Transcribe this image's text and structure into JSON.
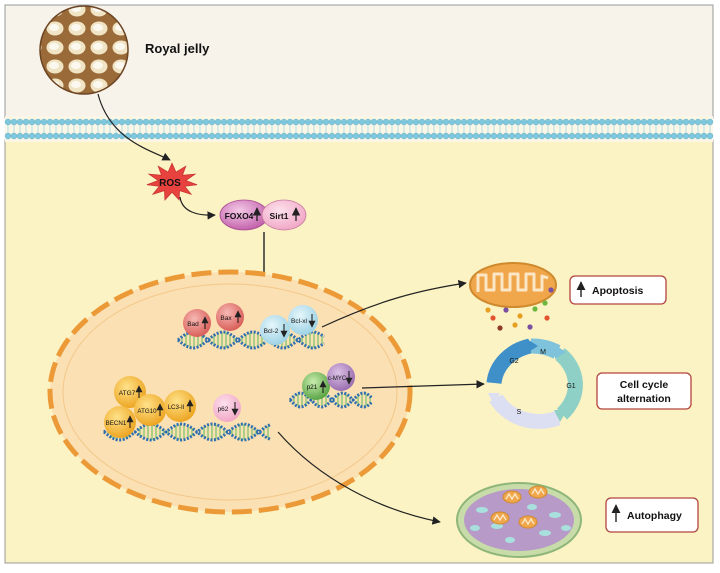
{
  "source": {
    "label": "Royal jelly"
  },
  "signals": {
    "ros": "ROS",
    "foxo4": "FOXO4",
    "sirt1": "Sirt1"
  },
  "proteins": {
    "bad": "Bad",
    "bax": "Bax",
    "bcl2": "Bcl-2",
    "bclxl": "Bcl-xl",
    "atg7": "ATG7",
    "beclin": "BECN1",
    "atg10": "ATG10",
    "lc3": "LC3-II",
    "p62": "p62",
    "p21": "p21",
    "cmyc": "c-MYC"
  },
  "cell_cycle": {
    "g2": "G2",
    "m": "M",
    "g1": "G1",
    "s": "S"
  },
  "outcomes": {
    "apoptosis": "Apoptosis",
    "cell_cycle_line1": "Cell cycle",
    "cell_cycle_line2": "alternation",
    "autophagy": "Autophagy"
  },
  "colors": {
    "extracellular": "#f8f3ea",
    "cytoplasm": "#fbf3c4",
    "membrane": "#7fc7dc",
    "nucleus_fill": "#fae0b3",
    "nucleus_border": "#ec9a38",
    "ros": "#e8423f",
    "foxo4": "#cc6db5",
    "sirt1": "#f2a5cf",
    "outcome_box": "#b3443d"
  }
}
